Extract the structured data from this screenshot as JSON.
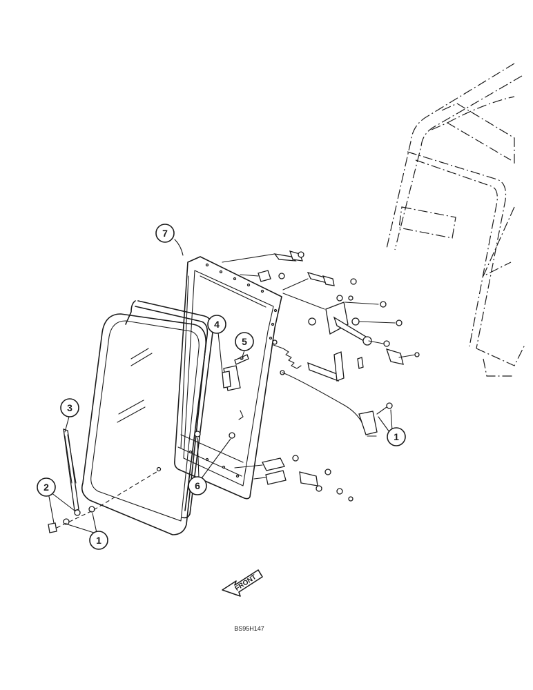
{
  "diagram": {
    "callouts": [
      {
        "id": "7",
        "label": "7"
      },
      {
        "id": "4",
        "label": "4"
      },
      {
        "id": "5",
        "label": "5"
      },
      {
        "id": "3",
        "label": "3"
      },
      {
        "id": "2",
        "label": "2"
      },
      {
        "id": "1a",
        "label": "1"
      },
      {
        "id": "6",
        "label": "6"
      },
      {
        "id": "1b",
        "label": "1"
      }
    ],
    "front_label": "FRONT",
    "drawing_code": "BS95H147"
  }
}
